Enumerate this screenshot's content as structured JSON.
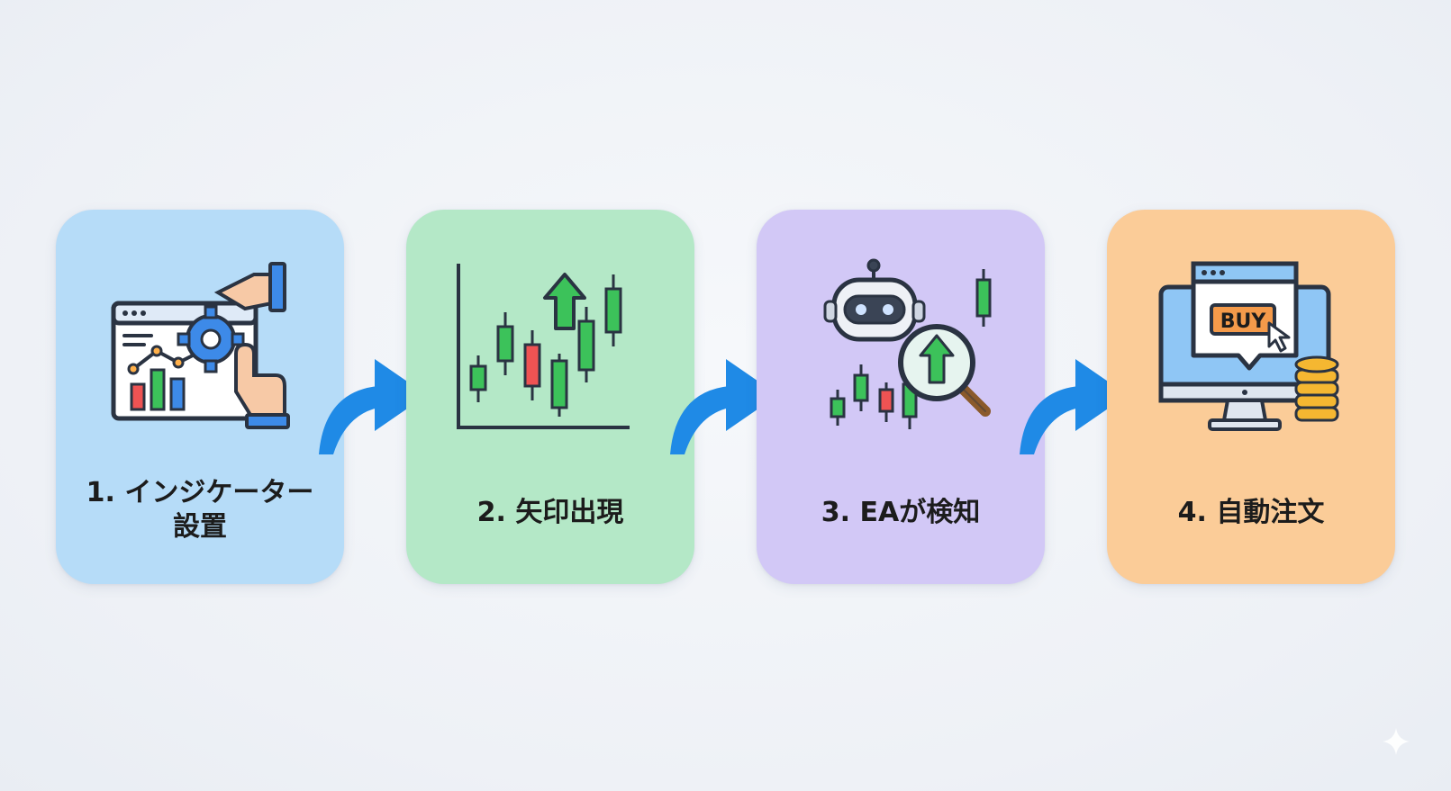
{
  "steps": [
    {
      "label_line1": "1. インジケーター",
      "label_line2": "設置",
      "icon": "indicator-setup-icon"
    },
    {
      "label": "2. 矢印出現",
      "icon": "candlestick-arrow-icon"
    },
    {
      "label": "3. EAが検知",
      "icon": "robot-magnifier-icon"
    },
    {
      "label": "4. 自動注文",
      "icon": "monitor-buy-icon"
    }
  ],
  "buy_button_text": "BUY",
  "colors": {
    "card1": "#b6dcf8",
    "card2": "#b4e8c7",
    "card3": "#d2c8f6",
    "card4": "#fbcc98",
    "arrow": "#1f8ae6",
    "candle_up": "#3cc25a",
    "candle_down": "#ef5353"
  }
}
